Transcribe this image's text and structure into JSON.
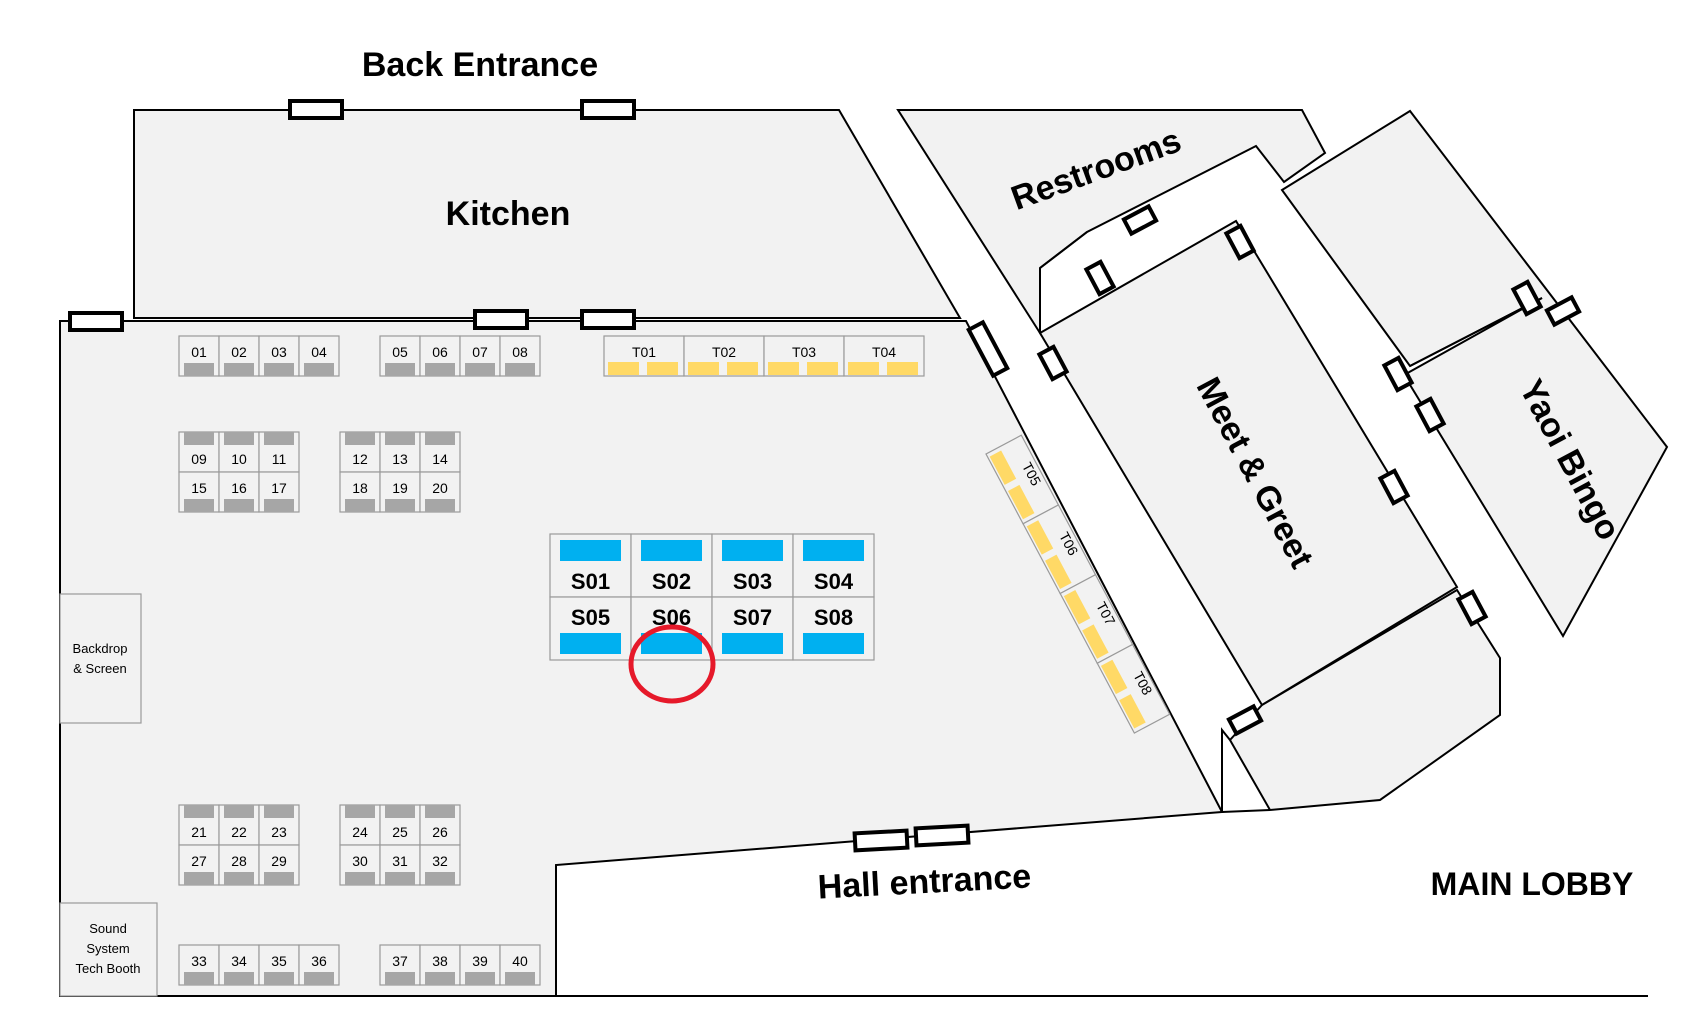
{
  "map": {
    "back_entrance": "Back Entrance",
    "kitchen": "Kitchen",
    "restrooms": "Restrooms",
    "meet_greet": "Meet & Greet",
    "yaoi_bingo": "Yaoi Bingo",
    "backdrop_line1": "Backdrop",
    "backdrop_line2": "& Screen",
    "sound_line1": "Sound",
    "sound_line2": "System",
    "sound_line3": "Tech Booth",
    "hall_entrance": "Hall entrance",
    "main_lobby": "MAIN LOBBY",
    "highlighted_table": "S06",
    "colors": {
      "standard_chair": "#a6a6a6",
      "theme_table": "#ffd966",
      "sponsor_table": "#00b0f0",
      "highlight": "#e6192a"
    }
  },
  "tables": {
    "group_a": [
      "01",
      "02",
      "03",
      "04"
    ],
    "group_b": [
      "05",
      "06",
      "07",
      "08"
    ],
    "group_c_top": [
      "09",
      "10",
      "11"
    ],
    "group_c_bottom": [
      "15",
      "16",
      "17"
    ],
    "group_d_top": [
      "12",
      "13",
      "14"
    ],
    "group_d_bottom": [
      "18",
      "19",
      "20"
    ],
    "group_e_top": [
      "21",
      "22",
      "23"
    ],
    "group_e_bottom": [
      "27",
      "28",
      "29"
    ],
    "group_f_top": [
      "24",
      "25",
      "26"
    ],
    "group_f_bottom": [
      "30",
      "31",
      "32"
    ],
    "group_g": [
      "33",
      "34",
      "35",
      "36"
    ],
    "group_h": [
      "37",
      "38",
      "39",
      "40"
    ],
    "theme_top": [
      "T01",
      "T02",
      "T03",
      "T04"
    ],
    "theme_diag": [
      "T05",
      "T06",
      "T07",
      "T08"
    ],
    "sponsor_top": [
      "S01",
      "S02",
      "S03",
      "S04"
    ],
    "sponsor_bottom": [
      "S05",
      "S06",
      "S07",
      "S08"
    ]
  }
}
